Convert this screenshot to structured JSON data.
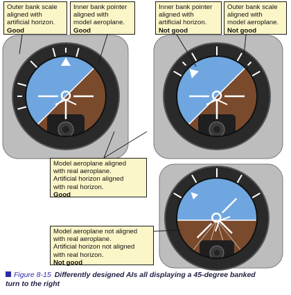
{
  "colors": {
    "sky": "#6fa6e0",
    "ground": "#7a4a2d",
    "bezel": "#2a2a2a",
    "case": "#bdbdbd",
    "callout_fill": "#fbf6c8",
    "caption_accent": "#2b2ba8"
  },
  "callouts": {
    "c1": {
      "lines": [
        "Outer bank scale",
        "aligned with",
        "artificial horizon."
      ],
      "verdict": "Good"
    },
    "c2": {
      "lines": [
        "Inner bank pointer",
        "aligned with",
        "model aeroplane."
      ],
      "verdict": "Good"
    },
    "c3": {
      "lines": [
        "Inner bank pointer",
        "aligned with",
        "artificial horizon."
      ],
      "verdict": "Not good"
    },
    "c4": {
      "lines": [
        "Outer bank scale",
        "aligned with",
        "model aeroplane."
      ],
      "verdict": "Not good"
    },
    "c5": {
      "lines": [
        "Model aeroplane aligned",
        "with real aeroplane.",
        "Artificial horizon aligned",
        "with real horizon."
      ],
      "verdict": "Good"
    },
    "c6": {
      "lines": [
        "Model aeroplane not aligned",
        "with real aeroplane.",
        "Artificial horizon not aligned",
        "with real horizon."
      ],
      "verdict": "Not good"
    }
  },
  "caption": {
    "label": "Figure 8-15",
    "title_line1": "Differently designed AIs all displaying a 45-degree banked",
    "title_line2": "turn to the right"
  },
  "instruments": [
    {
      "name": "instrument-1",
      "horizon_bank_deg": 45,
      "model_bank_deg": 0,
      "pointer_deg": 0,
      "scale_rotates": true
    },
    {
      "name": "instrument-2",
      "horizon_bank_deg": 45,
      "model_bank_deg": 0,
      "pointer_deg": -45,
      "scale_rotates": false
    },
    {
      "name": "instrument-3",
      "horizon_bank_deg": 0,
      "model_bank_deg": -45,
      "pointer_deg": -45,
      "scale_rotates": false
    }
  ]
}
